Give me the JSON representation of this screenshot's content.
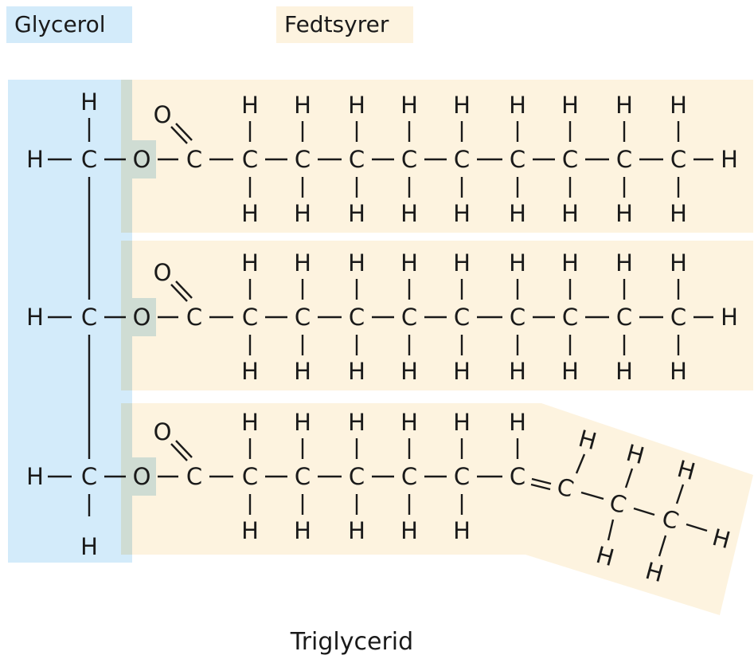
{
  "legend": {
    "glycerol_label": "Glycerol",
    "fatty_acid_label": "Fedtsyrer"
  },
  "colors": {
    "glycerol": "#d3ebfa",
    "fatty_acid": "#fdf3df",
    "ester_oxygen": "#cfdcd3"
  },
  "atoms": {
    "hydrogen": "H",
    "carbon": "C",
    "oxygen": "O"
  },
  "caption": "Triglycerid"
}
